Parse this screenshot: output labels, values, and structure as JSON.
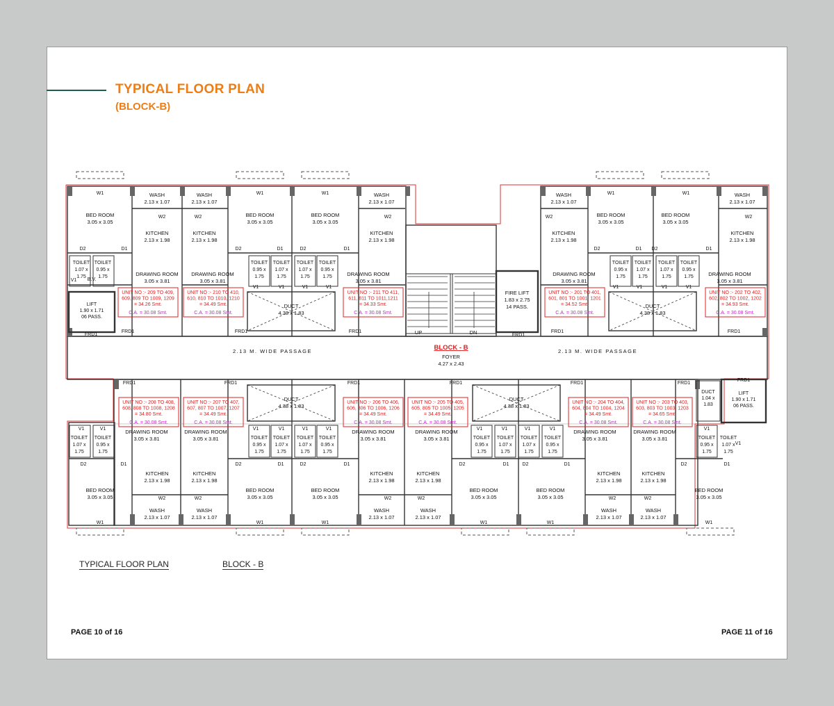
{
  "header": {
    "title": "TYPICAL FLOOR PLAN",
    "subtitle": "(BLOCK-B)"
  },
  "footer": {
    "caption_left": "TYPICAL FLOOR PLAN",
    "caption_right": "BLOCK - B",
    "page_left": "PAGE 10 of 16",
    "page_right": "PAGE 11 of 16"
  },
  "colors": {
    "accent": "#ee7d16",
    "rule": "#1d5c4d",
    "unit": "#e02020",
    "carpet": "#cc22cc",
    "outline": "#e03030"
  },
  "plan": {
    "center": {
      "block": "BLOCK - B",
      "foyer": "FOYER",
      "foyer_size": "4.27 x 2.43",
      "passage_left": "2.13 M.  WIDE  PASSAGE",
      "passage_right": "2.13 M.  WIDE  PASSAGE",
      "up": "UP",
      "dn": "DN",
      "fire_lift": [
        "FIRE LIFT",
        "1.83 x 2.75",
        "14 PASS."
      ]
    },
    "lifts": [
      {
        "lines": [
          "LIFT",
          "1.90 x 1.71",
          "06 PASS."
        ]
      },
      {
        "lines": [
          "LIFT",
          "1.90 x 1.71",
          "06 PASS."
        ]
      }
    ],
    "ducts": [
      {
        "name": "DUCT",
        "size": "4.38 x 1.83"
      },
      {
        "name": "DUCT",
        "size": "4.38 x 1.83"
      },
      {
        "name": "DUCT",
        "size": "4.38 x 1.83"
      },
      {
        "name": "DUCT",
        "size": "4.38 x 1.83"
      }
    ],
    "small_duct": {
      "lines": [
        "DUCT",
        "1.04 x",
        "1.83"
      ]
    },
    "units": [
      {
        "unit": [
          "UNIT NO :- 209 TO 409,",
          "609, 809 TO 1009, 1209",
          "= 34.26 Smt."
        ],
        "ca": "C.A. = 30.08 Smt."
      },
      {
        "unit": [
          "UNIT NO :- 210 TO 410,",
          "610, 810 TO 1010, 1210",
          "= 34.49 Smt."
        ],
        "ca": "C.A. = 30.08 Smt."
      },
      {
        "unit": [
          "UNIT NO :- 211 TO 411,",
          "611, 811 TO 1011,1211",
          "= 34.33 Smt."
        ],
        "ca": "C.A. = 30.08 Smt."
      },
      {
        "unit": [
          "UNIT NO :- 201 TO 401,",
          "601, 801 TO 1001, 1201",
          "= 34.52 Smt."
        ],
        "ca": "C.A. = 30.08 Smt."
      },
      {
        "unit": [
          "UNIT NO :- 202 TO 402,",
          "602, 802 TO 1002, 1202",
          "= 34.93 Smt."
        ],
        "ca": "C.A. = 30.08 Smt."
      },
      {
        "unit": [
          "UNIT NO :- 208 TO 408,",
          "608, 808 TO 1008, 1208",
          "= 34.80 Smt."
        ],
        "ca": "C.A. = 30.08 Smt."
      },
      {
        "unit": [
          "UNIT NO :- 207 TO 407,",
          "607, 807 TO 1007, 1207",
          "= 34.49 Smt."
        ],
        "ca": "C.A. = 30.08 Smt."
      },
      {
        "unit": [
          "UNIT NO :- 206 TO 406,",
          "606, 806 TO 1006, 1206",
          "= 34.49 Smt."
        ],
        "ca": "C.A. = 30.08 Smt."
      },
      {
        "unit": [
          "UNIT NO :- 205 TO 405,",
          "605, 805 TO 1005, 1205",
          "= 34.49 Smt."
        ],
        "ca": "C.A. = 30.08 Smt."
      },
      {
        "unit": [
          "UNIT NO :- 204 TO 404,",
          "604, 804 TO 1004, 1204",
          "= 34.49 Smt."
        ],
        "ca": "C.A. = 30.08 Smt."
      },
      {
        "unit": [
          "UNIT NO :- 203 TO 403,",
          "603, 803 TO 1003, 1203",
          "= 34.65 Smt."
        ],
        "ca": "C.A. = 30.08 Smt."
      }
    ],
    "rooms": {
      "bed": [
        "BED ROOM",
        "3.05 x 3.05"
      ],
      "kitchen": [
        "KITCHEN",
        "2.13 x 1.98"
      ],
      "drawing": [
        "DRAWING ROOM",
        "3.05 x 3.81"
      ],
      "wash": [
        "WASH",
        "2.13 x 1.07"
      ],
      "toilet_a": [
        "TOILET",
        "1.07 x",
        "1.75"
      ],
      "toilet_b": [
        "TOILET",
        "0.95 x",
        "1.75"
      ]
    },
    "tags": {
      "w1": "W1",
      "w2": "W2",
      "v1": "V1",
      "d1": "D1",
      "d2": "D2",
      "frd1": "FRD1",
      "bv": "B.V."
    }
  }
}
